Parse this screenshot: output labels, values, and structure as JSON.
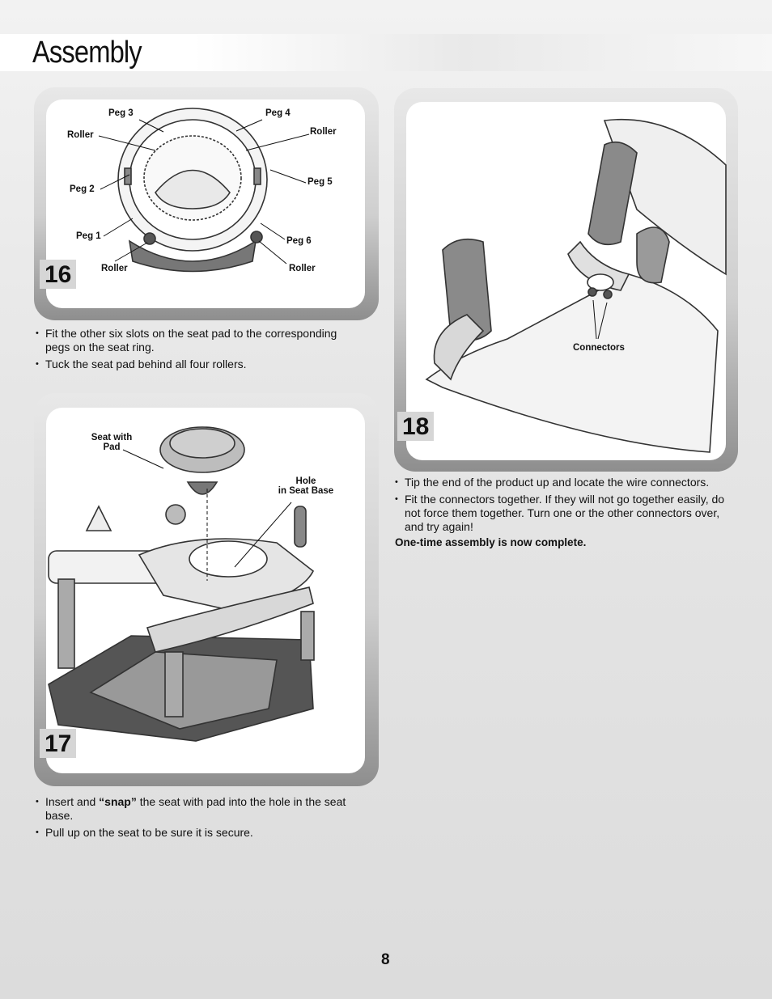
{
  "header": {
    "title": "Assembly"
  },
  "steps": {
    "s16": {
      "number": "16",
      "labels": {
        "peg1": "Peg 1",
        "peg2": "Peg 2",
        "peg3": "Peg 3",
        "peg4": "Peg 4",
        "peg5": "Peg 5",
        "peg6": "Peg 6",
        "roller_tl": "Roller",
        "roller_tr": "Roller",
        "roller_bl": "Roller",
        "roller_br": "Roller"
      },
      "instructions": [
        "Fit the other six slots on the seat pad to the corresponding pegs on the seat ring.",
        "Tuck the seat pad behind all four rollers."
      ]
    },
    "s17": {
      "number": "17",
      "labels": {
        "seat_line1": "Seat with",
        "seat_line2": "Pad",
        "hole_line1": "Hole",
        "hole_line2": "in Seat Base"
      },
      "instructions_prefix": "Insert and ",
      "instructions_bold": "“snap”",
      "instructions_suffix": " the seat with pad into the hole in the seat base.",
      "instruction2": "Pull up on the seat to be sure it is secure."
    },
    "s18": {
      "number": "18",
      "labels": {
        "connectors": "Connectors"
      },
      "instructions": [
        "Tip the end of the product up and locate the wire connectors.",
        "Fit the connectors together. If they will not go together easily, do not force them together. Turn one or the other connectors over, and try again!"
      ],
      "note": "One-time assembly is now complete."
    }
  },
  "footer": {
    "page_number": "8"
  }
}
